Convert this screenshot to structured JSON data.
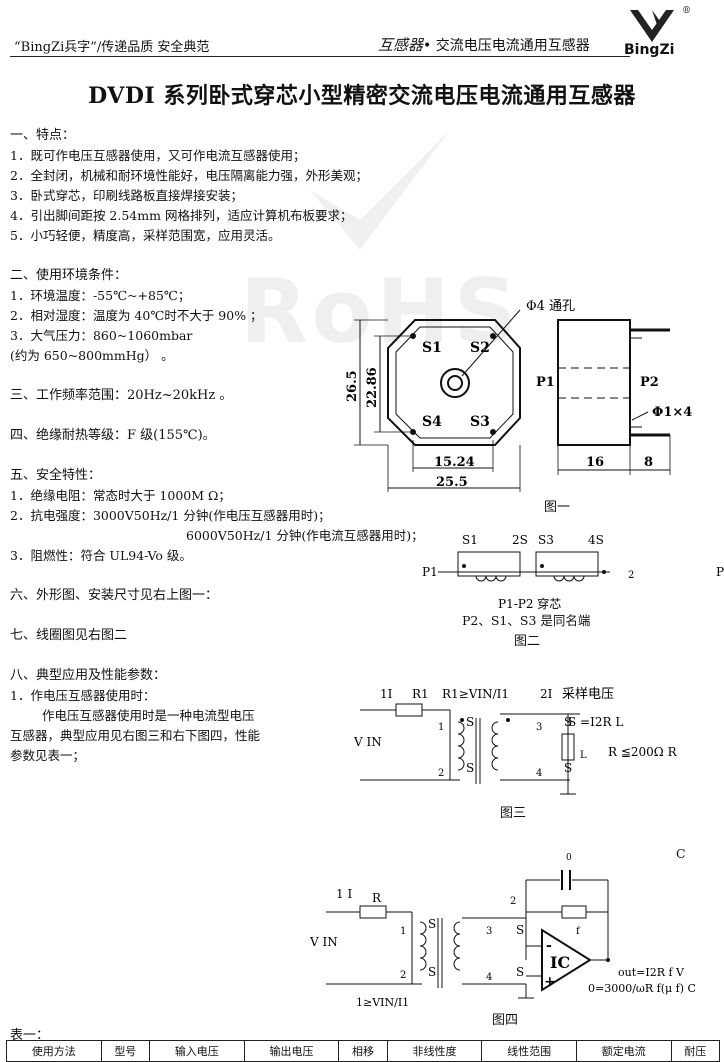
{
  "header": {
    "slogan": "“BingZi兵字”/传递品质 安全典范",
    "category_bold": "互感器",
    "category_rest": "• 交流电压电流通用互感器",
    "logo_text": "BingZi",
    "logo_reg": "®"
  },
  "watermark": "RoHS",
  "title": "DVDI 系列卧式穿芯小型精密交流电压电流通用互感器",
  "sections": {
    "features_heading": "一、特点：",
    "features": [
      "1．既可作电压互感器使用，又可作电流互感器使用；",
      "2．全封闭，机械和耐环境性能好，电压隔离能力强，外形美观；",
      "3．卧式穿芯，印刷线路板直接焊接安装；",
      "4．引出脚间距按 2.54mm 网格排列，适应计算机布板要求；",
      "5．小巧轻便，精度高，采样范围宽，应用灵活。"
    ],
    "env_heading": "二、使用环境条件：",
    "env": [
      "1．环境温度：-55℃~+85℃；",
      "2．相对湿度：温度为 40℃时不大于 90% ；",
      "3．大气压力：860~1060mbar",
      "(约为 650~800mmHg）  。"
    ],
    "freq": "三、工作频率范围：20Hz~20kHz  。",
    "insul": "四、绝缘耐热等级：F 级(155℃)。",
    "safety_heading": "五、安全特性：",
    "safety": [
      "1．绝缘电阻：常态时大于 1000M  Ω；",
      "2．抗电强度：3000V50Hz/1 分钟(作电压互感器用时)；",
      "6000V50Hz/1 分钟(作电流互感器用时)；",
      "3．阻燃性：符合 UL94-Vo  级。"
    ],
    "outline": "六、外形图、安装尺寸见右上图一：",
    "coil": "七、线圈图见右图二",
    "app_heading": "八、典型应用及性能参数：",
    "app_sub": "1．作电压互感器使用时：",
    "app_p1": "作电压互感器使用时是一种电流型电压",
    "app_p2": "互感器，典型应用见右图三和右下图四，性能",
    "app_p3": "参数见表一；",
    "table_label": "表一："
  },
  "fig1": {
    "caption": "图一",
    "hole_label": "Φ4 通孔",
    "dim_h_outer": "26.5",
    "dim_h_inner": "22.86",
    "dim_w_inner": "15.24",
    "dim_w_outer": "25.5",
    "dim_depth": "16",
    "dim_pin": "8",
    "pin_label": "Φ1×4",
    "pins": [
      "S1",
      "S2",
      "S4",
      "S3"
    ],
    "side_p1": "P1",
    "side_p2": "P2"
  },
  "fig2": {
    "caption": "图二",
    "line1": "P1-P2 穿芯",
    "line2": "P2、S1、S3 是同名端",
    "s1": "S1",
    "s2": "2S",
    "s3": "S3",
    "s4": "4S",
    "p1": "P1",
    "p2": "2",
    "p_far": "P"
  },
  "fig3": {
    "caption": "图三",
    "i1": "1I",
    "r1": "R1",
    "cond": "R1≥VIN/I1",
    "i2": "2I",
    "sample": "采样电压",
    "vin": "V IN",
    "n1": "1",
    "n2": "2",
    "n3": "3",
    "n4": "4",
    "s_labels": [
      "S",
      "S",
      "S",
      "S"
    ],
    "vout": "S  =I2R L",
    "rl": "L",
    "rl_cond": "R ≦200Ω  R"
  },
  "fig4": {
    "caption": "图四",
    "c_label": "C",
    "c0": "0",
    "i1": "1 I",
    "r": "R",
    "vin": "V IN",
    "n1": "1",
    "n2": "2",
    "n3": "3",
    "n4": "4",
    "n5": "2",
    "rf": "f",
    "ic": "IC",
    "s_labels": [
      "S",
      "S",
      "S",
      "S"
    ],
    "minus": "-",
    "plus": "+",
    "vout": "out=I2R f   V",
    "formula": "0=3000/ωR f(μ f)   C",
    "cond": "1≥VIN/I1"
  },
  "table": {
    "headers": [
      "使用方法",
      "型号",
      "输入电压",
      "输出电压",
      "相移",
      "非线性度",
      "线性范围",
      "额定电流",
      "耐压"
    ]
  }
}
